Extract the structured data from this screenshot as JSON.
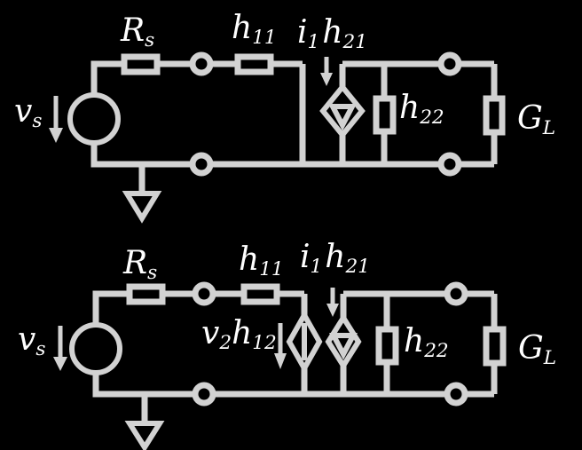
{
  "colors": {
    "background": "#000000",
    "line": "#d2d2d2",
    "label": "#ffffff"
  },
  "top_circuit": {
    "labels": {
      "vs": {
        "base": "v",
        "sub": "s"
      },
      "rs": {
        "base": "R",
        "sub": "s"
      },
      "h11": {
        "base": "h",
        "sub": "11"
      },
      "i1h21": {
        "base1": "i",
        "sub1": "1",
        "base2": "h",
        "sub2": "21"
      },
      "h22": {
        "base": "h",
        "sub": "22"
      },
      "gl": {
        "base": "G",
        "sub": "L"
      }
    }
  },
  "bottom_circuit": {
    "labels": {
      "vs": {
        "base": "v",
        "sub": "s"
      },
      "rs": {
        "base": "R",
        "sub": "s"
      },
      "h11": {
        "base": "h",
        "sub": "11"
      },
      "v2h12": {
        "base1": "v",
        "sub1": "2",
        "base2": "h",
        "sub2": "12"
      },
      "i1h21": {
        "base1": "i",
        "sub1": "1",
        "base2": "h",
        "sub2": "21"
      },
      "h22": {
        "base": "h",
        "sub": "22"
      },
      "gl": {
        "base": "G",
        "sub": "L"
      }
    }
  }
}
